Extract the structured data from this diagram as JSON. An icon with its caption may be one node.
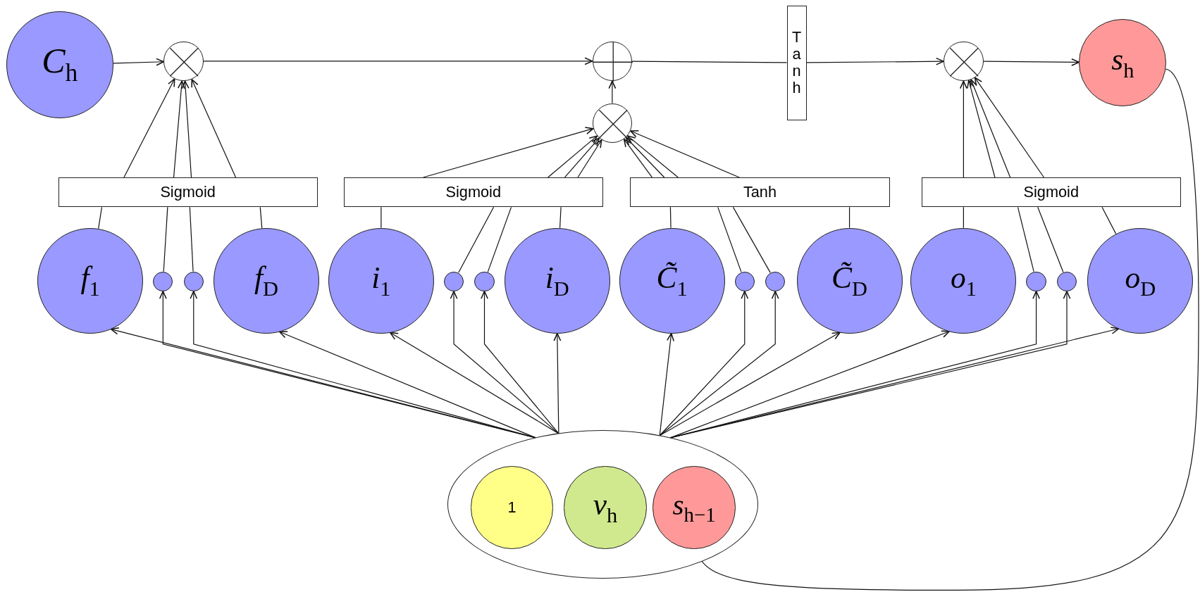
{
  "diagram": {
    "nodes": [
      {
        "text": [
          "*C*$_{h}$"
        ]
      },
      {
        "text": [],
        "shape": "circle"
      },
      {
        "text": [],
        "shape": "circle"
      },
      {
        "text": [
          "Tanh"
        ]
      },
      {
        "text": [],
        "shape": "circle"
      },
      {
        "text": [
          "*s*$_{h}$"
        ]
      },
      {
        "text": [],
        "shape": "circle"
      },
      {
        "text": [
          "Sigmoid"
        ]
      },
      {
        "text": [
          "Sigmoid"
        ]
      },
      {
        "text": [
          "Tanh"
        ]
      },
      {
        "text": [
          "Sigmoid"
        ]
      },
      {
        "text": [
          "*f*$_{1}$"
        ]
      },
      {
        "text": [],
        "shape": "circle"
      },
      {
        "text": [],
        "shape": "circle"
      },
      {
        "text": [
          "*f*$_{D}$"
        ]
      },
      {
        "text": [
          "*i*$_{1}$"
        ]
      },
      {
        "text": [],
        "shape": "circle"
      },
      {
        "text": [],
        "shape": "circle"
      },
      {
        "text": [
          "*i*$_{D}$"
        ]
      },
      {
        "text": [
          "*C̃*$_{1}$"
        ]
      },
      {
        "text": [],
        "shape": "circle"
      },
      {
        "text": [],
        "shape": "circle"
      },
      {
        "text": [
          "*C̃*$_{D}$"
        ]
      },
      {
        "text": [
          "*o*$_{1}$"
        ]
      },
      {
        "text": [],
        "shape": "circle"
      },
      {
        "text": [],
        "shape": "circle"
      },
      {
        "text": [
          "*o*$_{D}$"
        ]
      },
      {
        "text": [],
        "shape": "ellipse"
      },
      {
        "text": [
          "1"
        ],
        "in": 27
      },
      {
        "text": [
          "*v*$_{h}$"
        ],
        "in": 27
      },
      {
        "text": [
          "*s*$_{h−1}$"
        ],
        "in": 27
      }
    ],
    "edges": [
      {
        "from": 0,
        "to": 1,
        "arrow": "to"
      },
      {
        "from": 1,
        "to": 2,
        "arrow": "to"
      },
      {
        "from": 2,
        "to": 3,
        "arrow": "none"
      },
      {
        "from": 3,
        "to": 4,
        "arrow": "to"
      },
      {
        "from": 4,
        "to": 5,
        "arrow": "to"
      },
      {
        "from": 6,
        "to": 2,
        "arrow": "to"
      },
      {
        "from": 7,
        "to": 1,
        "arrow": "to"
      },
      {
        "from": 7,
        "to": 1,
        "arrow": "to"
      },
      {
        "from": 7,
        "to": 1,
        "arrow": "to"
      },
      {
        "from": 7,
        "to": 1,
        "arrow": "to"
      },
      {
        "from": 8,
        "to": 6,
        "arrow": "to"
      },
      {
        "from": 8,
        "to": 6,
        "arrow": "to"
      },
      {
        "from": 8,
        "to": 6,
        "arrow": "to"
      },
      {
        "from": 8,
        "to": 6,
        "arrow": "to"
      },
      {
        "from": 9,
        "to": 6,
        "arrow": "to"
      },
      {
        "from": 9,
        "to": 6,
        "arrow": "to"
      },
      {
        "from": 9,
        "to": 6,
        "arrow": "to"
      },
      {
        "from": 9,
        "to": 6,
        "arrow": "to"
      },
      {
        "from": 10,
        "to": 4,
        "arrow": "to"
      },
      {
        "from": 10,
        "to": 4,
        "arrow": "to"
      },
      {
        "from": 10,
        "to": 4,
        "arrow": "to"
      },
      {
        "from": 10,
        "to": 4,
        "arrow": "to"
      },
      {
        "from": 11,
        "to": 7,
        "arrow": "none"
      },
      {
        "from": 12,
        "to": 7,
        "arrow": "none"
      },
      {
        "from": 13,
        "to": 7,
        "arrow": "none"
      },
      {
        "from": 14,
        "to": 7,
        "arrow": "none"
      },
      {
        "from": 15,
        "to": 8,
        "arrow": "none"
      },
      {
        "from": 16,
        "to": 8,
        "arrow": "none"
      },
      {
        "from": 17,
        "to": 8,
        "arrow": "none"
      },
      {
        "from": 18,
        "to": 8,
        "arrow": "none"
      },
      {
        "from": 19,
        "to": 9,
        "arrow": "none"
      },
      {
        "from": 20,
        "to": 9,
        "arrow": "none"
      },
      {
        "from": 21,
        "to": 9,
        "arrow": "none"
      },
      {
        "from": 22,
        "to": 9,
        "arrow": "none"
      },
      {
        "from": 23,
        "to": 10,
        "arrow": "none"
      },
      {
        "from": 24,
        "to": 10,
        "arrow": "none"
      },
      {
        "from": 25,
        "to": 10,
        "arrow": "none"
      },
      {
        "from": 26,
        "to": 10,
        "arrow": "none"
      },
      {
        "from": 27,
        "to": 11,
        "arrow": "to"
      },
      {
        "from": 27,
        "to": 12,
        "arrow": "to"
      },
      {
        "from": 27,
        "to": 13,
        "arrow": "to"
      },
      {
        "from": 27,
        "to": 14,
        "arrow": "to"
      },
      {
        "from": 27,
        "to": 15,
        "arrow": "to"
      },
      {
        "from": 27,
        "to": 16,
        "arrow": "to"
      },
      {
        "from": 27,
        "to": 17,
        "arrow": "to"
      },
      {
        "from": 27,
        "to": 18,
        "arrow": "to"
      },
      {
        "from": 27,
        "to": 19,
        "arrow": "to"
      },
      {
        "from": 27,
        "to": 20,
        "arrow": "to"
      },
      {
        "from": 27,
        "to": 21,
        "arrow": "to"
      },
      {
        "from": 27,
        "to": 22,
        "arrow": "to"
      },
      {
        "from": 27,
        "to": 23,
        "arrow": "to"
      },
      {
        "from": 27,
        "to": 24,
        "arrow": "to"
      },
      {
        "from": 27,
        "to": 25,
        "arrow": "to"
      },
      {
        "from": 27,
        "to": 26,
        "arrow": "to"
      },
      {
        "from": 5,
        "to": 30,
        "arrow": "to"
      }
    ]
  }
}
